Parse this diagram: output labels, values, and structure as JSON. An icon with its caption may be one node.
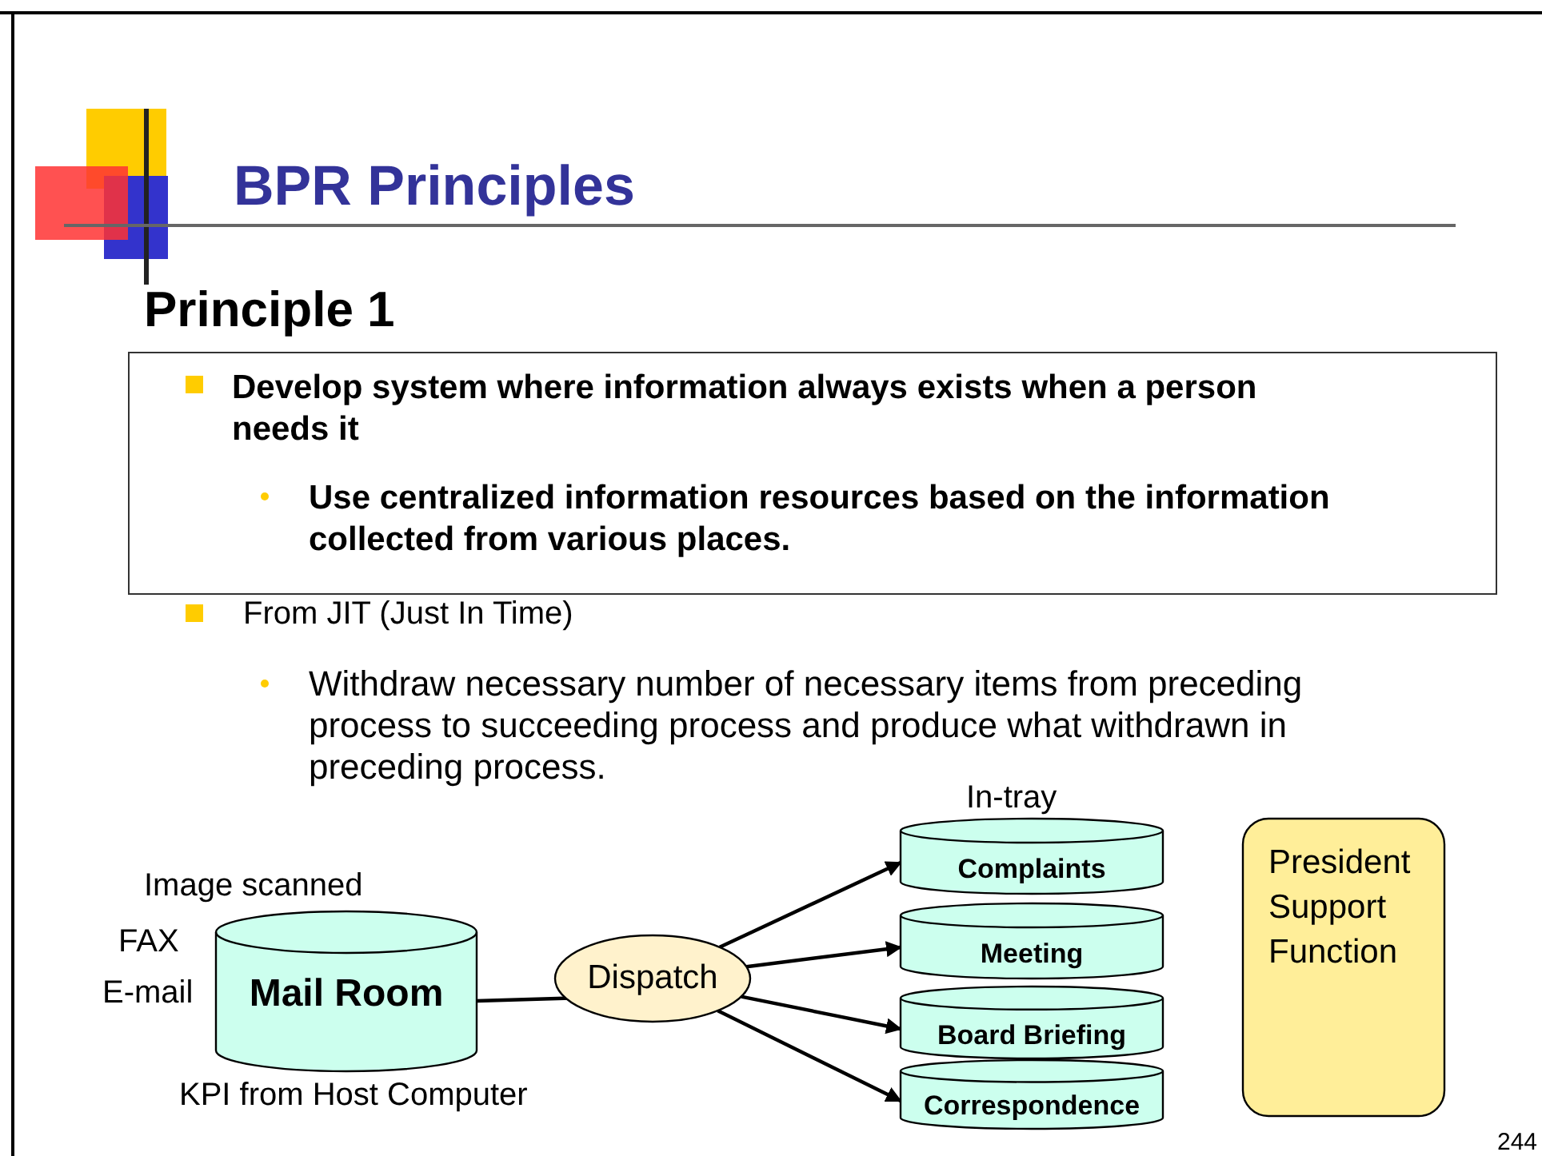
{
  "diagram": {
    "title": "BPR Principles",
    "nodes": [
      {
        "text": [
          "Develop system where information always exists when a person needs it",
          "Use centralized information resources based on the information collected from various places."
        ]
      },
      {
        "text": [
          "Mail Room"
        ]
      },
      {
        "text": [
          "Dispatch"
        ]
      },
      {
        "text": [
          "Complaints"
        ]
      },
      {
        "text": [
          "Meeting"
        ]
      },
      {
        "text": [
          "Board Briefing"
        ]
      },
      {
        "text": [
          "Correspondence"
        ]
      },
      {
        "text": [
          "President Support Function"
        ]
      }
    ],
    "edges": [
      {
        "from": 1,
        "to": 2,
        "arrow": "to"
      },
      {
        "from": 2,
        "to": 3,
        "arrow": "to"
      },
      {
        "from": 2,
        "to": 4,
        "arrow": "to"
      },
      {
        "from": 2,
        "to": 5,
        "arrow": "to"
      },
      {
        "from": 2,
        "to": 6,
        "arrow": "to"
      }
    ],
    "labels": [
      "Principle 1",
      "From JIT (Just In Time)",
      "Withdraw  necessary number of necessary items from preceding process to succeeding process and produce what withdrawn in preceding process.",
      "In-tray",
      "Image scanned",
      "FAX",
      "E-mail",
      "KPI from Host Computer",
      "244"
    ]
  }
}
